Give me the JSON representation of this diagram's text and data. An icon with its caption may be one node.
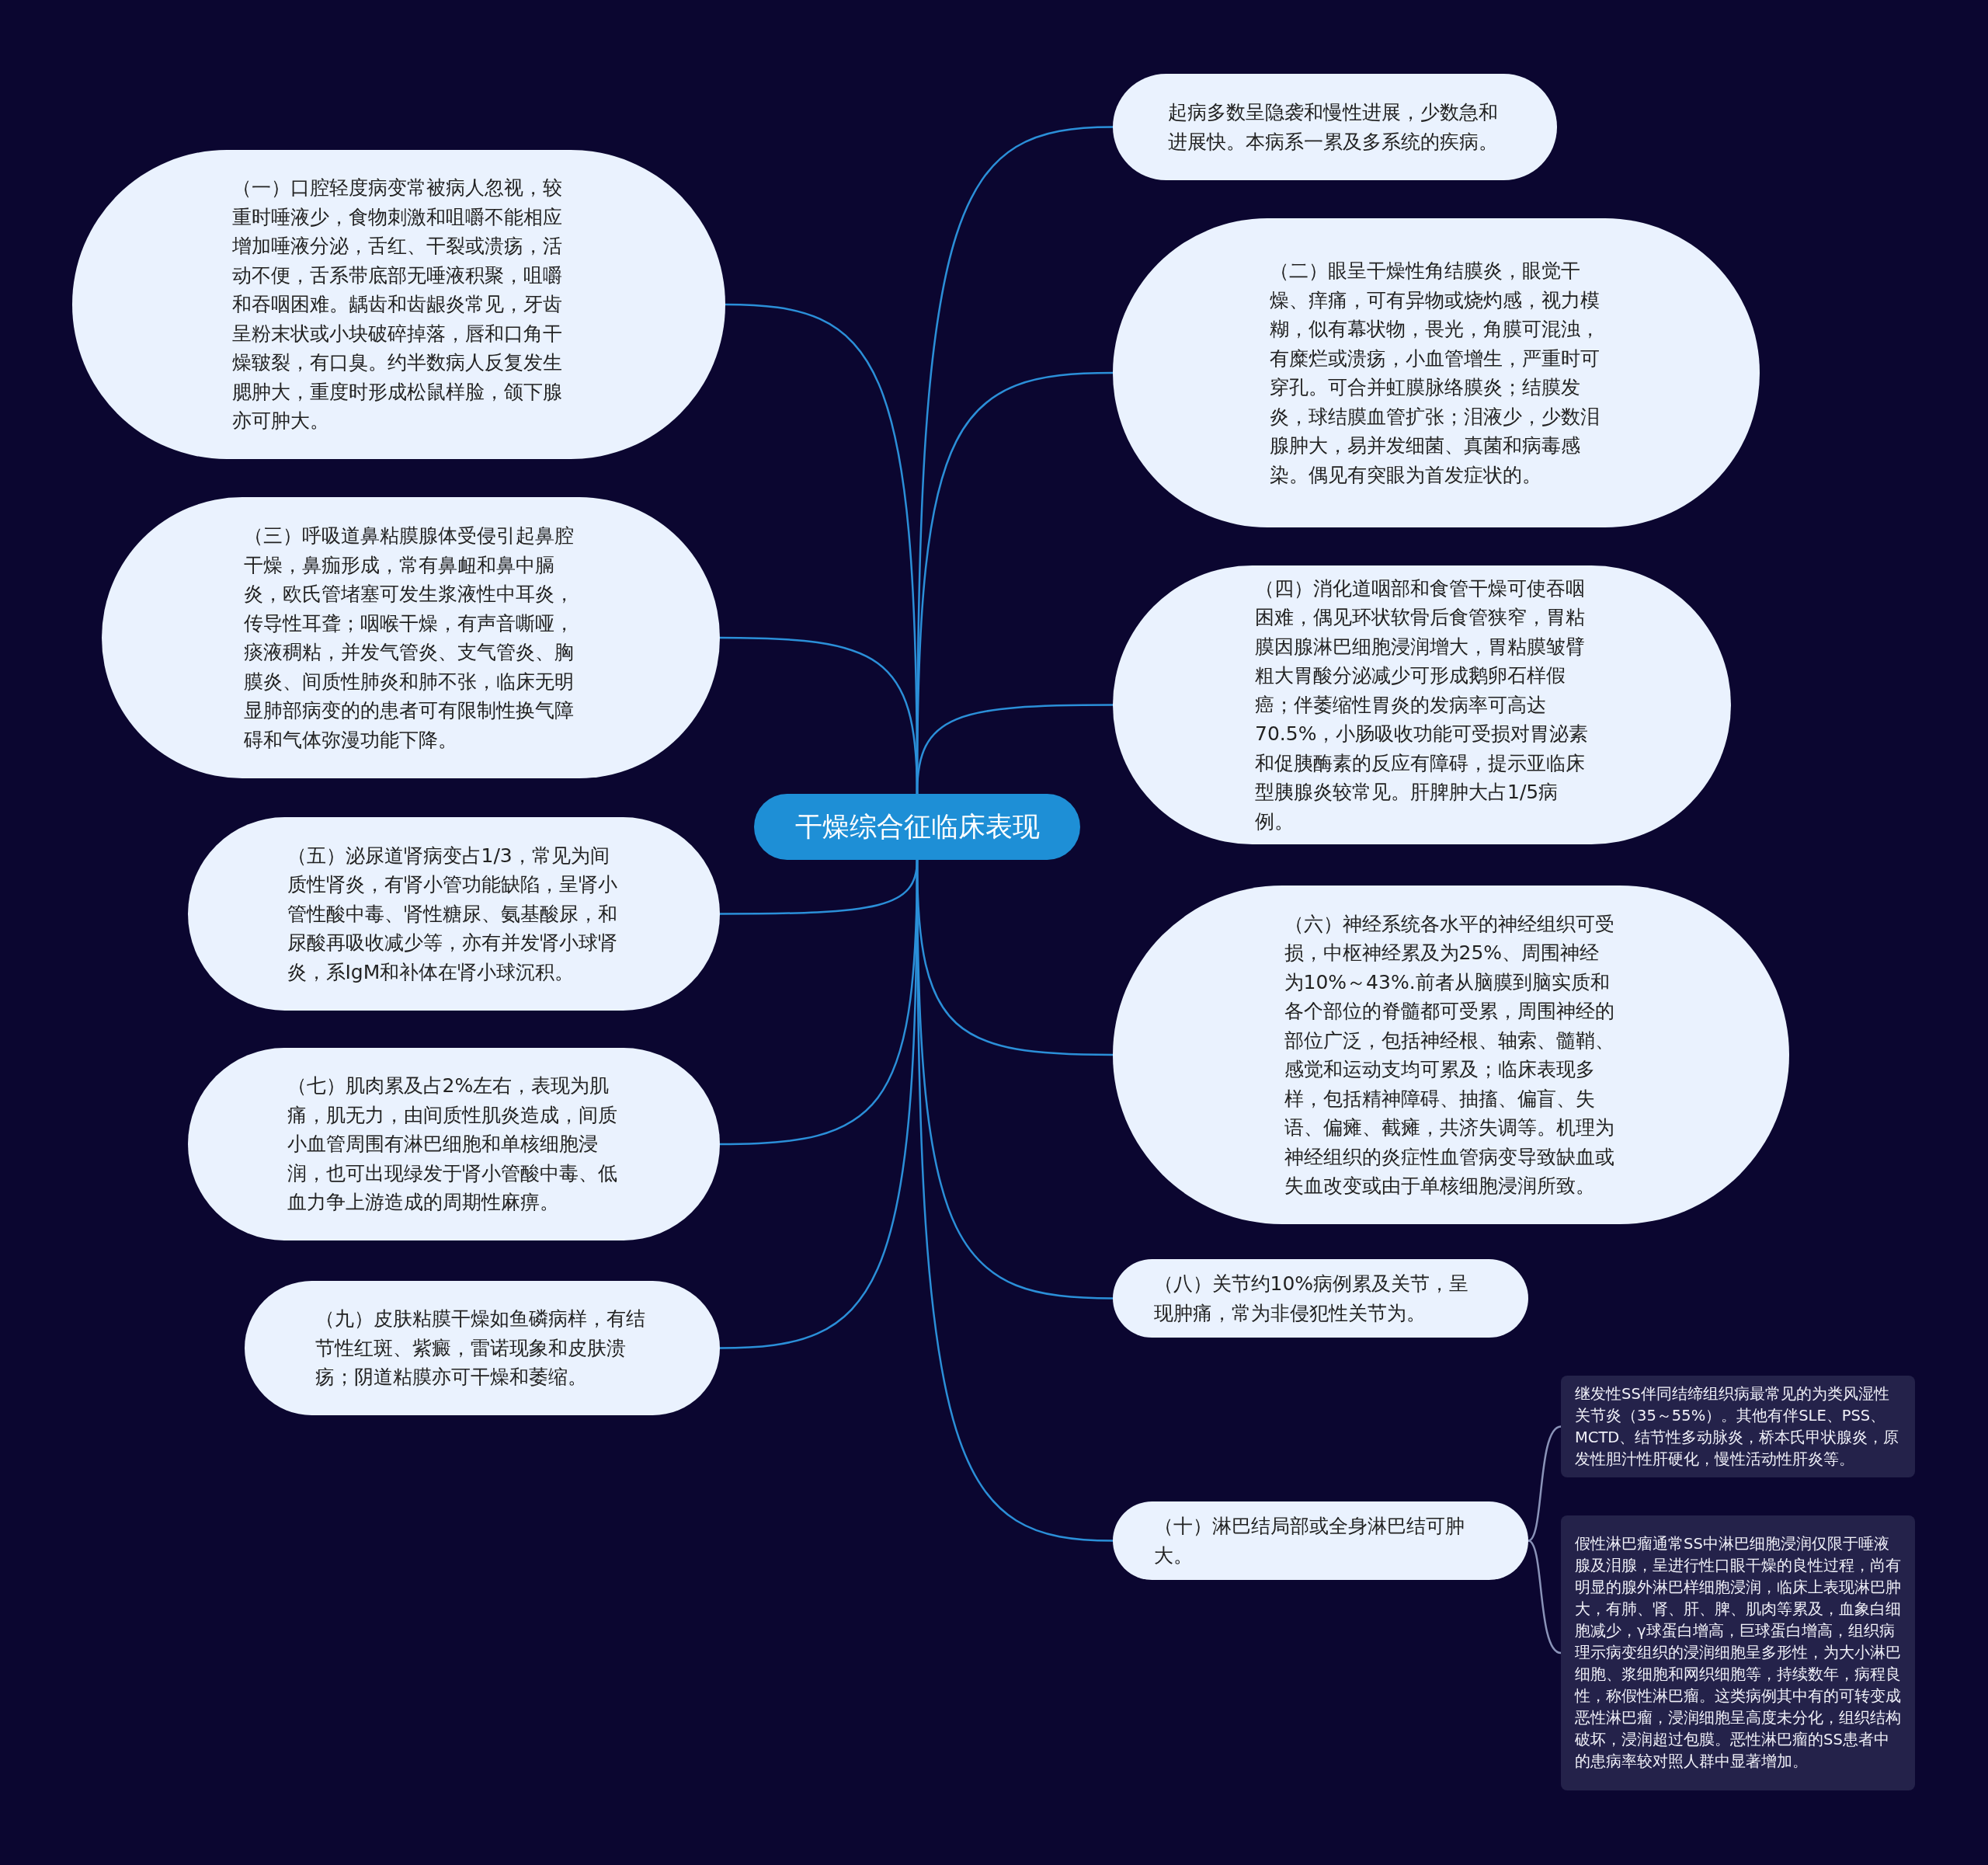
{
  "diagram": {
    "nodes": [
      {
        "text": [
          "干燥综合征临床表现"
        ]
      },
      {
        "text": [
          "（一）口腔轻度病变常被病人忽视，较重时唾液少，食物刺激和咀嚼不能相应增加唾液分泌，舌红、干裂或溃疡，活动不便，舌系带底部无唾液积聚，咀嚼和吞咽困难。龋齿和齿龈炎常见，牙齿呈粉末状或小块破碎掉落，唇和口角干燥皲裂，有口臭。约半数病人反复发生腮肿大，重度时形成松鼠样脸，颌下腺亦可肿大。"
        ]
      },
      {
        "text": [
          "（三）呼吸道鼻粘膜腺体受侵引起鼻腔干燥，鼻痂形成，常有鼻衄和鼻中膈炎，欧氏管堵塞可发生浆液性中耳炎，传导性耳聋；咽喉干燥，有声音嘶哑，痰液稠粘，并发气管炎、支气管炎、胸膜炎、间质性肺炎和肺不张，临床无明显肺部病变的的患者可有限制性换气障碍和气体弥漫功能下降。"
        ]
      },
      {
        "text": [
          "（五）泌尿道肾病变占1/3，常见为间质性肾炎，有肾小管功能缺陷，呈肾小管性酸中毒、肾性糖尿、氨基酸尿，和尿酸再吸收减少等，亦有并发肾小球肾炎，系IgM和补体在肾小球沉积。"
        ]
      },
      {
        "text": [
          "（七）肌肉累及占2%左右，表现为肌痛，肌无力，由间质性肌炎造成，间质小血管周围有淋巴细胞和单核细胞浸润，也可出现绿发于肾小管酸中毒、低血力争上游造成的周期性麻痹。"
        ]
      },
      {
        "text": [
          "（九）皮肤粘膜干燥如鱼磷病样，有结节性红斑、紫癜，雷诺现象和皮肤溃疡；阴道粘膜亦可干燥和萎缩。"
        ]
      },
      {
        "text": [
          "起病多数呈隐袭和慢性进展，少数急和进展快。本病系一累及多系统的疾病。"
        ]
      },
      {
        "text": [
          "（二）眼呈干燥性角结膜炎，眼觉干燥、痒痛，可有异物或烧灼感，视力模糊，似有幕状物，畏光，角膜可混浊，有糜烂或溃疡，小血管增生，严重时可穿孔。可合并虹膜脉络膜炎；结膜发炎，球结膜血管扩张；泪液少，少数泪腺肿大，易并发细菌、真菌和病毒感染。偶见有突眼为首发症状的。"
        ]
      },
      {
        "text": [
          "（四）消化道咽部和食管干燥可使吞咽困难，偶见环状软骨后食管狭窄，胃粘膜因腺淋巴细胞浸润增大，胃粘膜皱臂粗大胃酸分泌减少可形成鹅卵石样假癌；伴萎缩性胃炎的发病率可高达70.5%，小肠吸收功能可受损对胃泌素和促胰酶素的反应有障碍，提示亚临床型胰腺炎较常见。肝脾肿大占1/5病例。"
        ]
      },
      {
        "text": [
          "（六）神经系统各水平的神经组织可受损，中枢神经累及为25%、周围神经为10%～43%.前者从脑膜到脑实质和各个部位的脊髓都可受累，周围神经的部位广泛，包括神经根、轴索、髓鞘、感觉和运动支均可累及；临床表现多样，包括精神障碍、抽搐、偏盲、失语、偏瘫、截瘫，共济失调等。机理为神经组织的炎症性血管病变导致缺血或失血改变或由于单核细胞浸润所致。"
        ]
      },
      {
        "text": [
          "（八）关节约10%病例累及关节，呈现肿痛，常为非侵犯性关节为。"
        ]
      },
      {
        "text": [
          "（十）淋巴结局部或全身淋巴结可肿大。"
        ]
      },
      {
        "text": [
          "继发性SS伴同结缔组织病最常见的为类风湿性关节炎（35～55%）。其他有伴SLE、PSS、MCTD、结节性多动脉炎，桥本氏甲状腺炎，原发性胆汁性肝硬化，慢性活动性肝炎等。"
        ]
      },
      {
        "text": [
          "假性淋巴瘤通常SS中淋巴细胞浸润仅限于唾液腺及泪腺，呈进行性口眼干燥的良性过程，尚有明显的腺外淋巴样细胞浸润，临床上表现淋巴肿大，有肺、肾、肝、脾、肌肉等累及，血象白细胞减少，γ球蛋白增高，巨球蛋白增高，组织病理示病变组织的浸润细胞呈多形性，为大小淋巴细胞、浆细胞和网织细胞等，持续数年，病程良性，称假性淋巴瘤。这类病例其中有的可转变成恶性淋巴瘤，浸润细胞呈高度未分化，组织结构破坏，浸润超过包膜。恶性淋巴瘤的SS患者中的患病率较对照人群中显著增加。"
        ]
      }
    ],
    "edges": [
      {
        "from": 0,
        "to": 1,
        "arrow": "none"
      },
      {
        "from": 0,
        "to": 2,
        "arrow": "none"
      },
      {
        "from": 0,
        "to": 3,
        "arrow": "none"
      },
      {
        "from": 0,
        "to": 4,
        "arrow": "none"
      },
      {
        "from": 0,
        "to": 5,
        "arrow": "none"
      },
      {
        "from": 0,
        "to": 6,
        "arrow": "none"
      },
      {
        "from": 0,
        "to": 7,
        "arrow": "none"
      },
      {
        "from": 0,
        "to": 8,
        "arrow": "none"
      },
      {
        "from": 0,
        "to": 9,
        "arrow": "none"
      },
      {
        "from": 0,
        "to": 10,
        "arrow": "none"
      },
      {
        "from": 0,
        "to": 11,
        "arrow": "none"
      },
      {
        "from": 11,
        "to": 12,
        "arrow": "none",
        "color": "#8a93b8"
      },
      {
        "from": 11,
        "to": 13,
        "arrow": "none",
        "color": "#8a93b8"
      }
    ]
  }
}
